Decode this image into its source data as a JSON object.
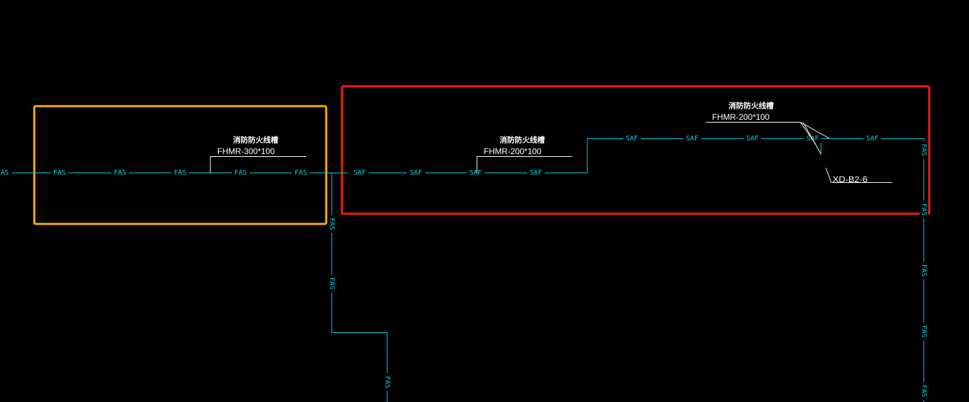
{
  "labels": {
    "fas": "FAS",
    "fas_flipped": "SAF",
    "tray_name": "消防防火线槽",
    "tray_size_left": "FHMR-300*100",
    "tray_size_right": "FHMR-200*100",
    "device_tag": "XD-B2-6"
  },
  "colors": {
    "background": "#000000",
    "wire": "#00d8e8",
    "text": "#ffffff",
    "box_left": "#ffb000",
    "box_right": "#ff1a1a"
  }
}
